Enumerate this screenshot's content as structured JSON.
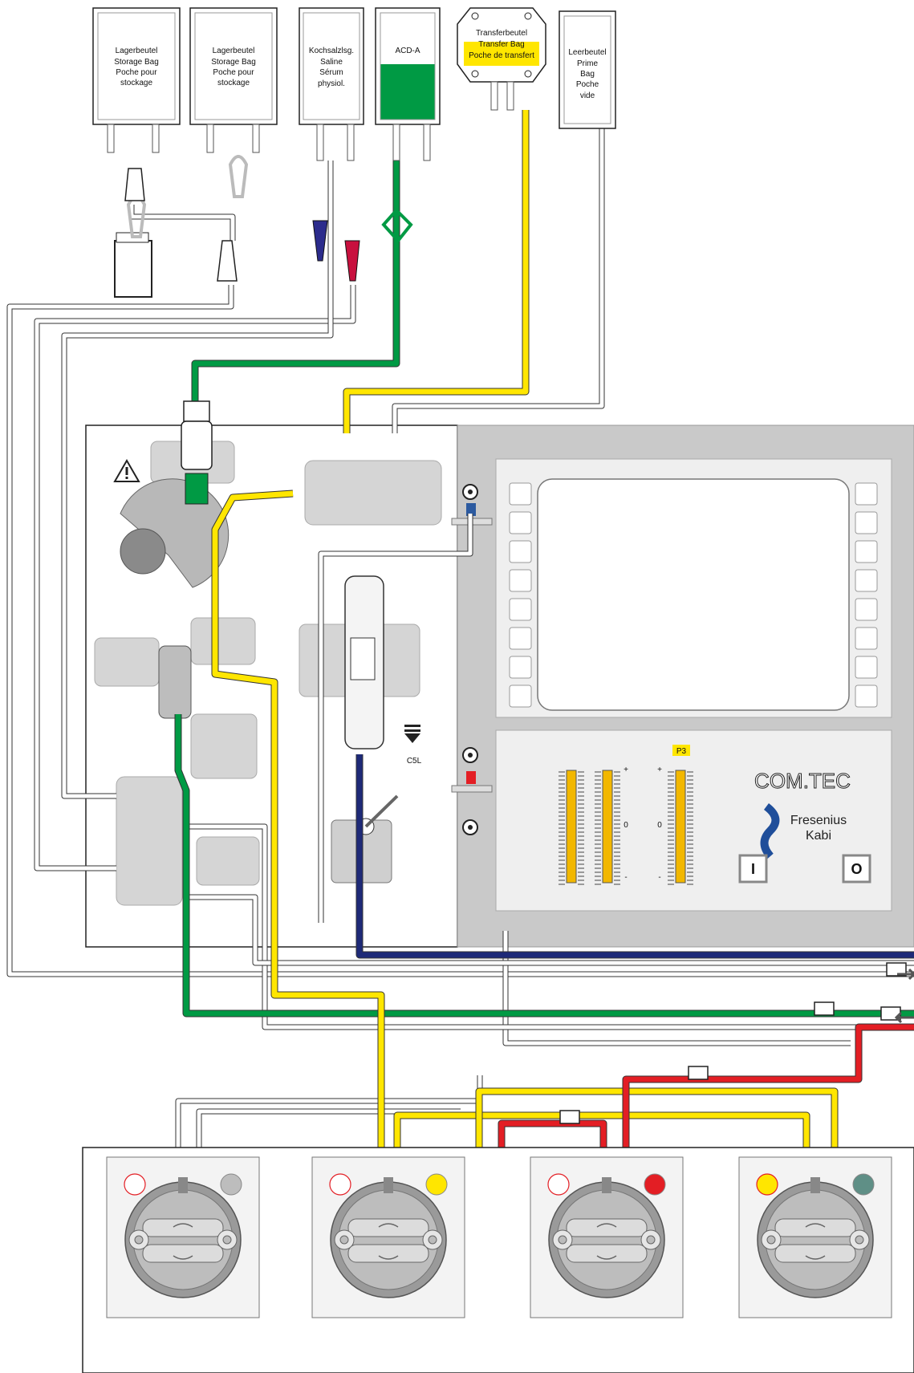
{
  "bags": {
    "storage1": [
      "Lagerbeutel",
      "Storage Bag",
      "Poche pour",
      "stockage"
    ],
    "storage2": [
      "Lagerbeutel",
      "Storage Bag",
      "Poche pour",
      "stockage"
    ],
    "saline": [
      "Kochsalzlsg.",
      "Saline",
      "Sérum",
      "physiol."
    ],
    "acd": [
      "ACD-A"
    ],
    "transfer": [
      "Transferbeutel",
      "Transfer Bag",
      "Poche de transfert"
    ],
    "prime": [
      "Leerbeutel",
      "Prime",
      "Bag",
      "Poche",
      "vide"
    ]
  },
  "machine": {
    "filter_code": "C5L",
    "logo_comtec": "COM.TEC",
    "logo_fresenius": "Fresenius",
    "logo_kabi": "Kabi",
    "button_on": "I",
    "button_off": "O",
    "gauge_label_p3": "P3",
    "gauge_plus": "+",
    "gauge_zero": "0",
    "gauge_minus": "-"
  },
  "colors": {
    "acd": "#009a44",
    "yellow": "#ffe600",
    "blue": "#1e2a78",
    "red": "#e31e24",
    "white_line": "#ffffff",
    "line_outline": "#555555",
    "panel_grey": "#c8c8c8",
    "panel_light": "#f2f2f2",
    "gauge_fill": "#f2b700"
  },
  "icons": [
    "warning-icon",
    "connector-icon",
    "pump-rotor-icon",
    "logo-swirl-icon"
  ]
}
